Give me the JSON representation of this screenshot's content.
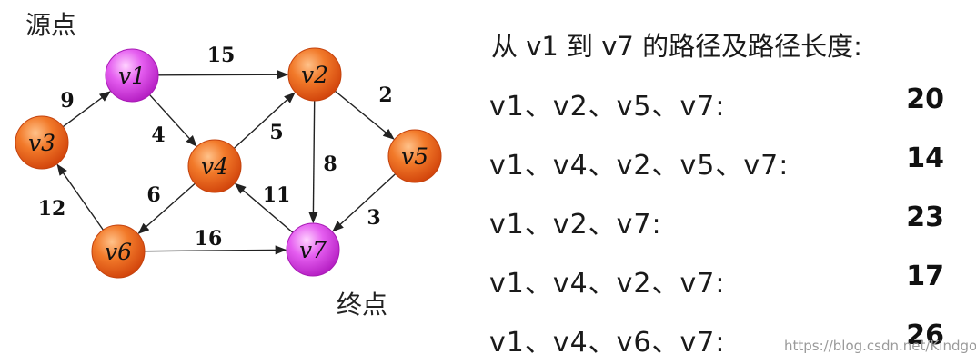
{
  "graph": {
    "source_label": "源点",
    "sink_label": "终点",
    "nodes": [
      {
        "id": "v1",
        "label": "v1",
        "color": "magenta"
      },
      {
        "id": "v2",
        "label": "v2",
        "color": "orange"
      },
      {
        "id": "v3",
        "label": "v3",
        "color": "orange"
      },
      {
        "id": "v4",
        "label": "v4",
        "color": "orange"
      },
      {
        "id": "v5",
        "label": "v5",
        "color": "orange"
      },
      {
        "id": "v6",
        "label": "v6",
        "color": "orange"
      },
      {
        "id": "v7",
        "label": "v7",
        "color": "magenta"
      }
    ],
    "edges": [
      {
        "from": "v1",
        "to": "v2",
        "weight": "15"
      },
      {
        "from": "v3",
        "to": "v1",
        "weight": "9"
      },
      {
        "from": "v1",
        "to": "v4",
        "weight": "4"
      },
      {
        "from": "v4",
        "to": "v2",
        "weight": "5"
      },
      {
        "from": "v2",
        "to": "v5",
        "weight": "2"
      },
      {
        "from": "v2",
        "to": "v7",
        "weight": "8"
      },
      {
        "from": "v5",
        "to": "v7",
        "weight": "3"
      },
      {
        "from": "v7",
        "to": "v4",
        "weight": "11"
      },
      {
        "from": "v4",
        "to": "v6",
        "weight": "6"
      },
      {
        "from": "v6",
        "to": "v3",
        "weight": "12"
      },
      {
        "from": "v6",
        "to": "v7",
        "weight": "16"
      }
    ]
  },
  "panel": {
    "title": "从 v1 到 v7 的路径及路径长度:",
    "paths": [
      {
        "sequence": "v1、v2、v5、v7:",
        "length": "20"
      },
      {
        "sequence": "v1、v4、v2、v5、v7:",
        "length": "14"
      },
      {
        "sequence": "v1、v2、v7:",
        "length": "23"
      },
      {
        "sequence": "v1、v4、v2、v7:",
        "length": "17"
      },
      {
        "sequence": "v1、v4、v6、v7:",
        "length": "26"
      }
    ]
  },
  "watermark": "https://blog.csdn.net/Kindgo_",
  "colors": {
    "node_orange": "#f06a1e",
    "node_magenta": "#e040e8",
    "edge": "#222222"
  }
}
